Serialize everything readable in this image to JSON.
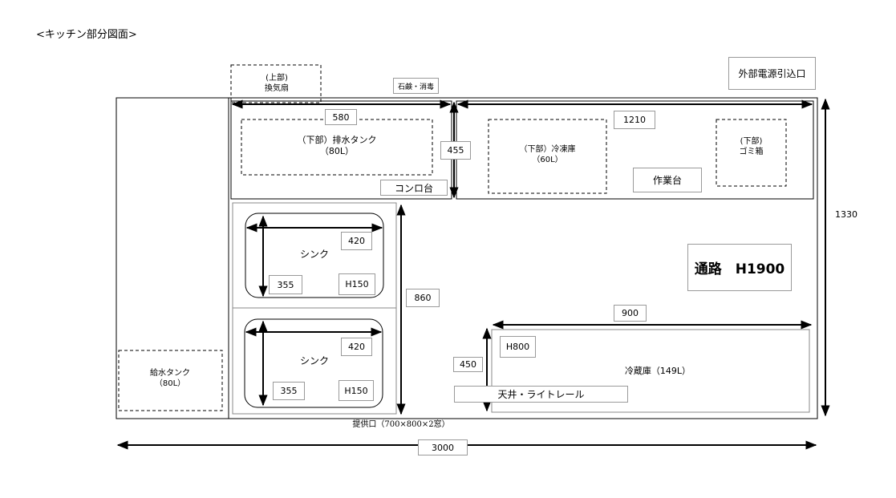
{
  "title": "<キッチン部分図面>",
  "upper_vent": "(上部)\n換気扇",
  "soap_sign": "石鹸・消毒",
  "power_inlet": "外部電源引込口",
  "drain_tank": "（下部）排水タンク\n（80L）",
  "stove_counter": "コンロ台",
  "freezer": "（下部）冷凍庫\n（60L）",
  "trash": "(下部)\nゴミ箱",
  "workbench": "作業台",
  "sink": "シンク",
  "sink_height": "H150",
  "water_tank": "給水タンク\n（80L）",
  "aisle": "通路　H1900",
  "fridge": "冷蔵庫（149L）",
  "fridge_height": "H800",
  "light_rail": "天井・ライトレール",
  "serving_window": "提供口（700×800×2窓）",
  "dims": {
    "d580": "580",
    "d1210": "1210",
    "d455": "455",
    "d1330": "1330",
    "d420": "420",
    "d355": "355",
    "d860": "860",
    "d900": "900",
    "d450": "450",
    "d3000": "3000"
  }
}
